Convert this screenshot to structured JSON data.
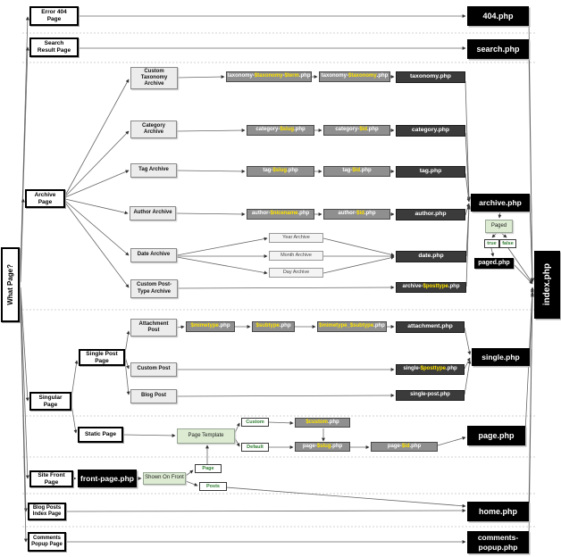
{
  "question": {
    "what_page": "What Page?"
  },
  "nodes": {
    "error_404": "Error 404\nPage",
    "search_result": "Search\nResult Page",
    "archive_page": "Archive\nPage",
    "singular_page": "Singular\nPage",
    "site_front": "Site Front\nPage",
    "blog_posts_index": "Blog Posts\nIndex Page",
    "comments_popup": "Comments\nPopup Page",
    "custom_taxonomy_archive": "Custom\nTaxonomy\nArchive",
    "category_archive": "Category\nArchive",
    "tag_archive": "Tag Archive",
    "author_archive": "Author Archive",
    "date_archive": "Date Archive",
    "custom_posttype_archive": "Custom Post-\nType Archive",
    "year_archive": "Year Archive",
    "month_archive": "Month Archive",
    "day_archive": "Day Archive",
    "single_post_page": "Single Post\nPage",
    "attachment_post": "Attachment\nPost",
    "custom_post": "Custom Post",
    "blog_post": "Blog Post",
    "static_page": "Static Page",
    "page_template": "Page Template",
    "shown_on_front": "Shown On Front",
    "paged": "Paged",
    "true_flag": "true",
    "false_flag": "false",
    "custom_flag": "Custom",
    "default_flag": "Default",
    "page_flag": "Page",
    "posts_flag": "Posts"
  },
  "templates": {
    "php_404": "404.php",
    "search_php": "search.php",
    "taxonomy_php": "taxonomy.php",
    "category_php": "category.php",
    "tag_php": "tag.php",
    "author_php": "author.php",
    "date_php": "date.php",
    "archive_php": "archive.php",
    "paged_php": "paged.php",
    "attachment_php": "attachment.php",
    "single_post_php": "single-post.php",
    "single_php": "single.php",
    "page_php": "page.php",
    "front_page_php": "front-page.php",
    "home_php": "home.php",
    "comments_popup_php": "comments-\npopup.php",
    "index_php": "index.php"
  },
  "template_segments": {
    "taxonomy_term": [
      {
        "t": "taxonomy-",
        "c": "w"
      },
      {
        "t": "$taxonomy",
        "c": "y"
      },
      {
        "t": "-",
        "c": "w"
      },
      {
        "t": "$term",
        "c": "y"
      },
      {
        "t": ".php",
        "c": "w"
      }
    ],
    "taxonomy_tax": [
      {
        "t": "taxonomy-",
        "c": "w"
      },
      {
        "t": "$taxonomy",
        "c": "y"
      },
      {
        "t": ".php",
        "c": "w"
      }
    ],
    "category_slug": [
      {
        "t": "category-",
        "c": "w"
      },
      {
        "t": "$slug",
        "c": "y"
      },
      {
        "t": ".php",
        "c": "w"
      }
    ],
    "category_id": [
      {
        "t": "category-",
        "c": "w"
      },
      {
        "t": "$id",
        "c": "y"
      },
      {
        "t": ".php",
        "c": "w"
      }
    ],
    "tag_slug": [
      {
        "t": "tag-",
        "c": "w"
      },
      {
        "t": "$slug",
        "c": "y"
      },
      {
        "t": ".php",
        "c": "w"
      }
    ],
    "tag_id": [
      {
        "t": "tag-",
        "c": "w"
      },
      {
        "t": "$id",
        "c": "y"
      },
      {
        "t": ".php",
        "c": "w"
      }
    ],
    "author_nicename": [
      {
        "t": "author-",
        "c": "w"
      },
      {
        "t": "$nicename",
        "c": "y"
      },
      {
        "t": ".php",
        "c": "w"
      }
    ],
    "author_id": [
      {
        "t": "author-",
        "c": "w"
      },
      {
        "t": "$id",
        "c": "y"
      },
      {
        "t": ".php",
        "c": "w"
      }
    ],
    "archive_posttype": [
      {
        "t": "archive-",
        "c": "w"
      },
      {
        "t": "$posttype",
        "c": "y"
      },
      {
        "t": ".php",
        "c": "w"
      }
    ],
    "mimetype": [
      {
        "t": "$mimetype",
        "c": "y"
      },
      {
        "t": ".php",
        "c": "w"
      }
    ],
    "subtype": [
      {
        "t": "$subtype",
        "c": "y"
      },
      {
        "t": ".php",
        "c": "w"
      }
    ],
    "mimetype_subtype": [
      {
        "t": "$mimetype_$subtype",
        "c": "y"
      },
      {
        "t": ".php",
        "c": "w"
      }
    ],
    "single_posttype": [
      {
        "t": "single-",
        "c": "w"
      },
      {
        "t": "$posttype",
        "c": "y"
      },
      {
        "t": ".php",
        "c": "w"
      }
    ],
    "custom_php": [
      {
        "t": "$custom",
        "c": "y"
      },
      {
        "t": ".php",
        "c": "w"
      }
    ],
    "page_slug": [
      {
        "t": "page-",
        "c": "w"
      },
      {
        "t": "$slug",
        "c": "y"
      },
      {
        "t": ".php",
        "c": "w"
      }
    ],
    "page_id": [
      {
        "t": "page-",
        "c": "w"
      },
      {
        "t": "$id",
        "c": "y"
      },
      {
        "t": ".php",
        "c": "w"
      }
    ]
  },
  "colors": {
    "variable_highlight": "#ffe400",
    "final_box": "#000000",
    "intermediate_dark": "#3b3b3b",
    "intermediate_gray": "#8f8f8f",
    "decision_green": "#dcebd2"
  }
}
